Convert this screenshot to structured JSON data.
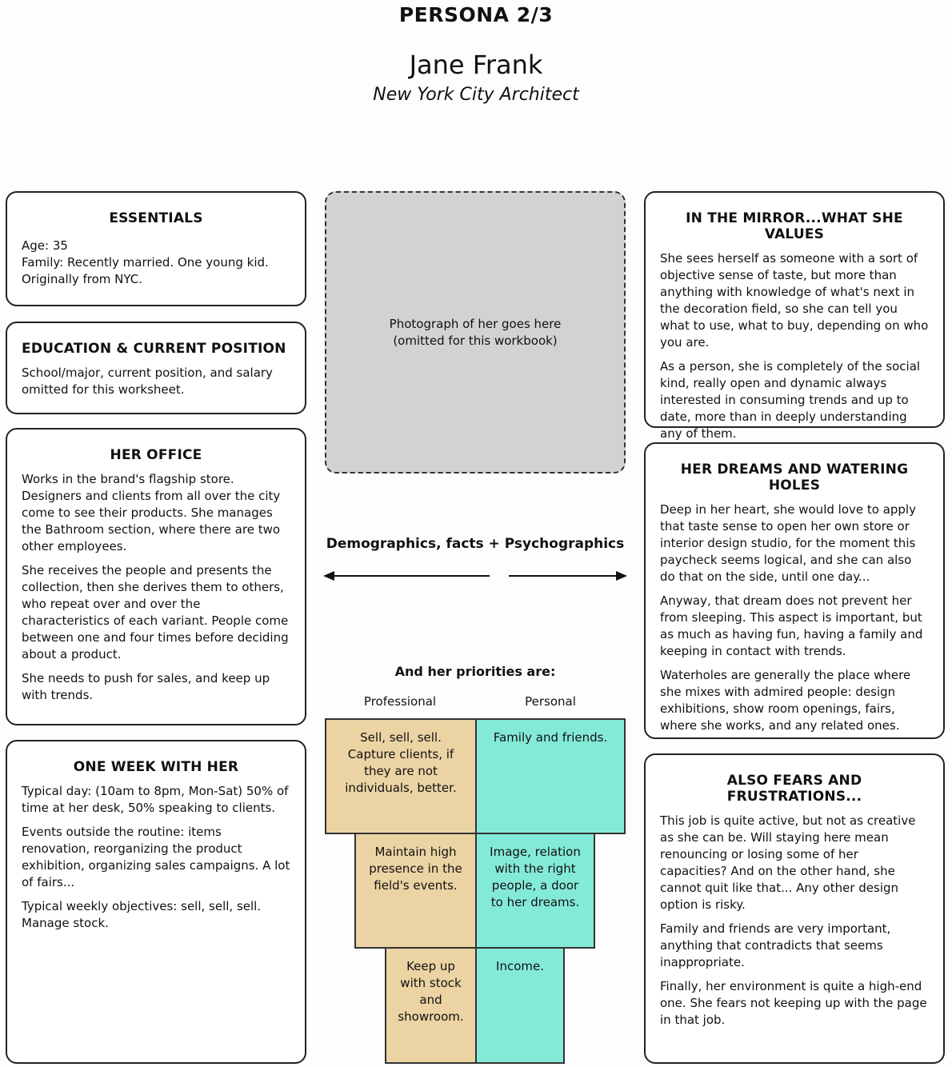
{
  "header": {
    "persona_label": "PERSONA 2/3",
    "name": "Jane Frank",
    "role": "New York City Architect"
  },
  "essentials": {
    "title": "ESSENTIALS",
    "lines": [
      "Age: 35",
      "Family: Recently married. One young kid.",
      "Originally from NYC."
    ]
  },
  "education": {
    "title": "EDUCATION & CURRENT POSITION",
    "text": "School/major, current position, and salary omitted for this worksheet."
  },
  "office": {
    "title": "HER OFFICE",
    "paragraphs": [
      "Works in the brand's flagship store. Designers and clients from all over the city come to see their products. She manages the Bathroom section, where there are two other employees.",
      "She receives the people and presents the collection, then she derives them to others, who repeat over and over the characteristics of each variant. People come between one and four times before deciding about a product.",
      "She needs to push for sales, and keep up with trends."
    ]
  },
  "week": {
    "title": "ONE WEEK WITH HER",
    "paragraphs": [
      "Typical day: (10am to 8pm, Mon-Sat) 50% of time at her desk, 50% speaking to clients.",
      "Events outside the routine: items renovation, reorganizing the product exhibition, organizing sales campaigns. A lot of fairs...",
      "Typical weekly objectives: sell, sell, sell. Manage stock."
    ]
  },
  "photo": {
    "line1": "Photograph of her goes here",
    "line2": "(omitted for this workbook)"
  },
  "center": {
    "demographics_label": "Demographics, facts + Psychographics",
    "priorities_title": "And her priorities are:",
    "col_professional": "Professional",
    "col_personal": "Personal",
    "rows": [
      {
        "professional": "Sell, sell, sell. Capture clients, if they are not individuals, better.",
        "personal": "Family and friends."
      },
      {
        "professional": "Maintain high presence in the field's events.",
        "personal": "Image, relation with the right people, a door to her dreams."
      },
      {
        "professional": "Keep up with stock and showroom.",
        "personal": "Income."
      }
    ],
    "colors": {
      "professional": "#ebd3a4",
      "personal": "#84ead8"
    }
  },
  "mirror": {
    "title": "IN THE MIRROR...WHAT SHE VALUES",
    "paragraphs": [
      "She sees herself as someone with a sort of objective sense of taste, but more than anything with knowledge of what's next in the decoration field, so she can tell you what to use, what to buy, depending on who you are.",
      "As a person, she is completely of the social kind, really open and dynamic always interested in consuming trends and up to date, more than in deeply understanding any of them."
    ]
  },
  "dreams": {
    "title": "HER DREAMS AND WATERING HOLES",
    "paragraphs": [
      "Deep in her heart, she would love to apply that taste sense to open her own store or interior design studio, for the moment this paycheck seems logical, and she can also do that on the side, until one day...",
      "Anyway, that dream does not prevent her from sleeping. This aspect is important, but as much as having fun, having a family and keeping in contact with trends.",
      "Waterholes are generally the place where she mixes with admired people: design exhibitions, show room openings, fairs, where she works, and any related ones."
    ]
  },
  "fears": {
    "title": "ALSO FEARS AND FRUSTRATIONS...",
    "paragraphs": [
      "This job is quite active, but not as creative as she can be. Will staying here mean renouncing or losing some of her capacities? And on the other hand, she cannot quit like that... Any other design option is risky.",
      "Family and friends are very important, anything that contradicts that seems inappropriate.",
      "Finally, her environment is quite a high-end one. She fears not keeping up with the page in that job."
    ]
  }
}
